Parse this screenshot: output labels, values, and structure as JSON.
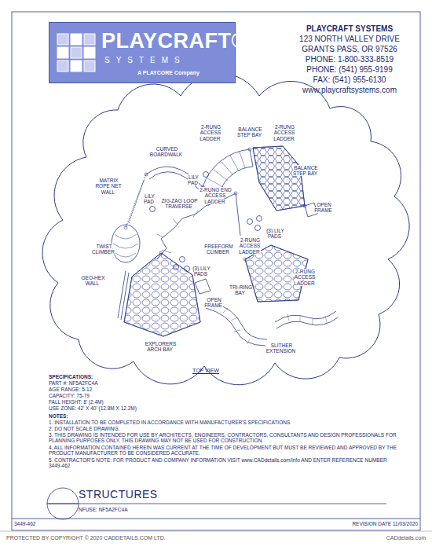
{
  "diagram": {
    "title": "STRUCTURES",
    "nodes": [
      {
        "text": [
          "PLAYCRAFT®",
          "SYSTEMS",
          "A PLAYCORE Company"
        ]
      }
    ],
    "labels": [
      "PLAYCRAFT SYSTEMS",
      "123 NORTH VALLEY DRIVE",
      "GRANTS PASS, OR 97526",
      "PHONE: 1-800-333-8519",
      "PHONE: (541) 955-9199",
      "FAX: (541) 955-6130",
      "www.playcraftsystems.com",
      "2-RUNG ACCESS LADDER",
      "BALANCE STEP BAY",
      "2-RUNG ACCESS LADDER",
      "BALANCE STEP BAY",
      "CURVED BOARDWALK",
      "LILY PAD",
      "2-RUNG END ACCESS LADDER",
      "MATRIX ROPE NET WALL",
      "LILY PAD",
      "ZIG-ZAG LOOP TRAVERSE",
      "OPEN FRAME",
      "(3) LILY PADS",
      "2-RUNG ACCESS LADDER",
      "TWIST CLIMBER",
      "FREEFORM CLIMBER",
      "(3) LILY PADS",
      "GEO-HEX WALL",
      "TRI-RING BAY",
      "2-RUNG ACCESS LADDER",
      "OPEN FRAME",
      "EXPLORERS ARCH BAY",
      "SLITHER EXTENSION",
      "TOP VIEW",
      "SPECIFICATIONS:",
      "PART #: NF5A2FC4A",
      "AGE RANGE: 5-12",
      "CAPACITY: 75-79",
      "FALL HEIGHT: 8' (2.4M)",
      "USE ZONE: 42' X 40' (12.8M X 12.2M)",
      "NOTES:",
      "1. INSTALLATION TO BE COMPLETED IN ACCORDANCE WITH MANUFACTURER'S SPECIFICATIONS",
      "2. DO NOT SCALE DRAWING.",
      "3. THIS DRAWING IS INTENDED FOR USE BY ARCHITECTS, ENGINEERS, CONTRACTORS, CONSULTANTS AND DESIGN PROFESSIONALS FOR PLANNING PURPOSES ONLY. THIS DRAWING MAY NOT BE USED FOR CONSTRUCTION.",
      "4. ALL INFORMATION CONTAINED HEREIN WAS CURRENT AT THE TIME OF DEVELOPMENT BUT MUST BE REVIEWED AND APPROVED BY THE PRODUCT MANUFACTURER TO BE CONSIDERED ACCURATE.",
      "5. CONTRACTOR'S NOTE: FOR PRODUCT AND COMPANY INFORMATION VISIT www.CADdetails.com/info AND ENTER REFERENCE NUMBER 3449-462",
      "NFUSE: NF5A2FC4A",
      "3449-462",
      "REVISION DATE 11/03/2020",
      "PROTECTED BY COPYRIGHT © 2020 CADDETAILS.COM LTD.",
      "CADdetails.com"
    ]
  }
}
